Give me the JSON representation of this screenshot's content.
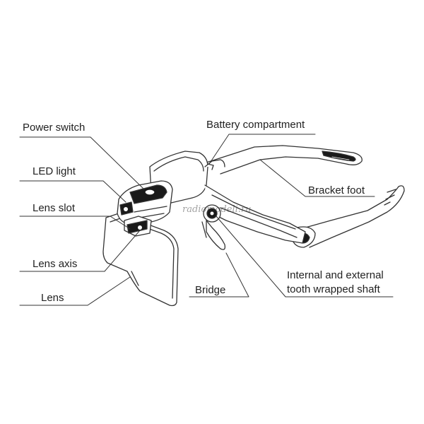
{
  "labels": {
    "power_switch": "Power switch",
    "battery_compartment": "Battery compartment",
    "led_light": "LED light",
    "bracket_foot": "Bracket foot",
    "lens_slot": "Lens slot",
    "lens_axis": "Lens axis",
    "internal_external_line1": "Internal and external",
    "internal_external_line2": "tooth wrapped shaft",
    "bridge": "Bridge",
    "lens": "Lens"
  },
  "watermark": "radiomodeli.ru",
  "colors": {
    "line": "#333333",
    "text": "#222222",
    "fill_dark": "#1a1a1a",
    "fill_light": "#ffffff"
  }
}
